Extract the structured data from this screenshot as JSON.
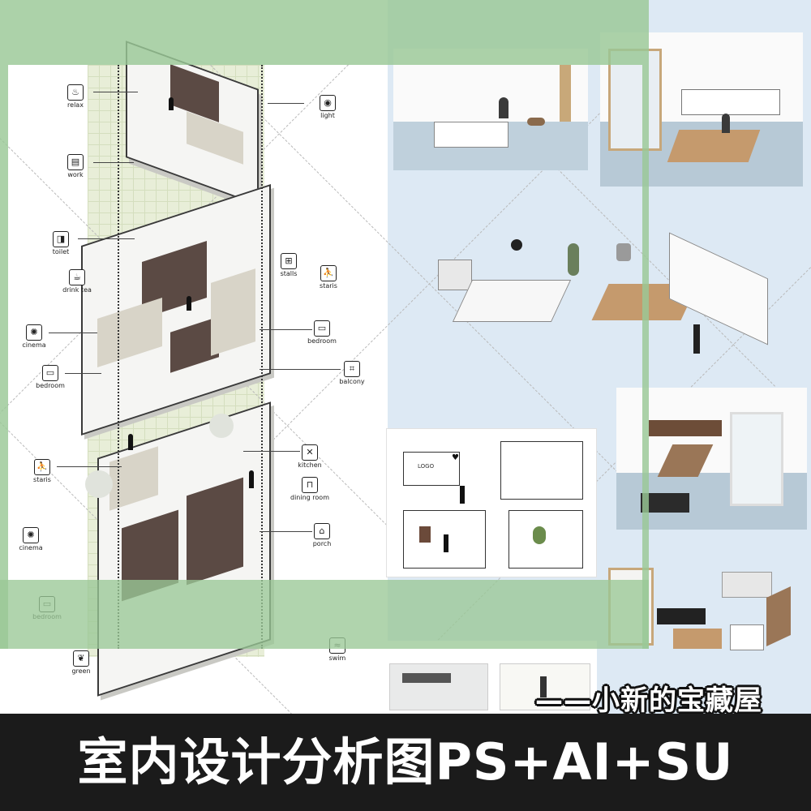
{
  "banner": {
    "title": "室内设计分析图PS+AI+SU"
  },
  "watermark": {
    "text": "——小新的宝藏屋"
  },
  "colors": {
    "frame_green": "#9ac896",
    "banner_bg": "#1b1b1b",
    "blue_bg": "#dde9f4",
    "floor_brown": "#5b4a44"
  },
  "annotations_left": [
    {
      "icon": "person-relax-icon",
      "label": "relax"
    },
    {
      "icon": "laptop-work-icon",
      "label": "work"
    },
    {
      "icon": "toilet-icon",
      "label": "toilet"
    },
    {
      "icon": "tea-cup-icon",
      "label": "drink tea"
    },
    {
      "icon": "film-reel-icon",
      "label": "cinema"
    },
    {
      "icon": "bed-icon",
      "label": "bedroom"
    },
    {
      "icon": "stairs-person-icon",
      "label": "staris"
    },
    {
      "icon": "film-reel-icon",
      "label": "cinema"
    },
    {
      "icon": "bed-icon",
      "label": "bedroom"
    },
    {
      "icon": "leaf-icon",
      "label": "green"
    }
  ],
  "annotations_right": [
    {
      "icon": "lamp-light-icon",
      "label": "light"
    },
    {
      "icon": "stalls-icon",
      "label": "stalls"
    },
    {
      "icon": "stairs-person-icon",
      "label": "staris"
    },
    {
      "icon": "bed-icon",
      "label": "bedroom"
    },
    {
      "icon": "balcony-icon",
      "label": "balcony"
    },
    {
      "icon": "fork-knife-icon",
      "label": "kitchen"
    },
    {
      "icon": "dining-table-icon",
      "label": "dining room"
    },
    {
      "icon": "porch-icon",
      "label": "porch"
    },
    {
      "icon": "swim-icon",
      "label": "swim"
    }
  ],
  "sketch_board": {
    "logo_text": "LOGO"
  }
}
